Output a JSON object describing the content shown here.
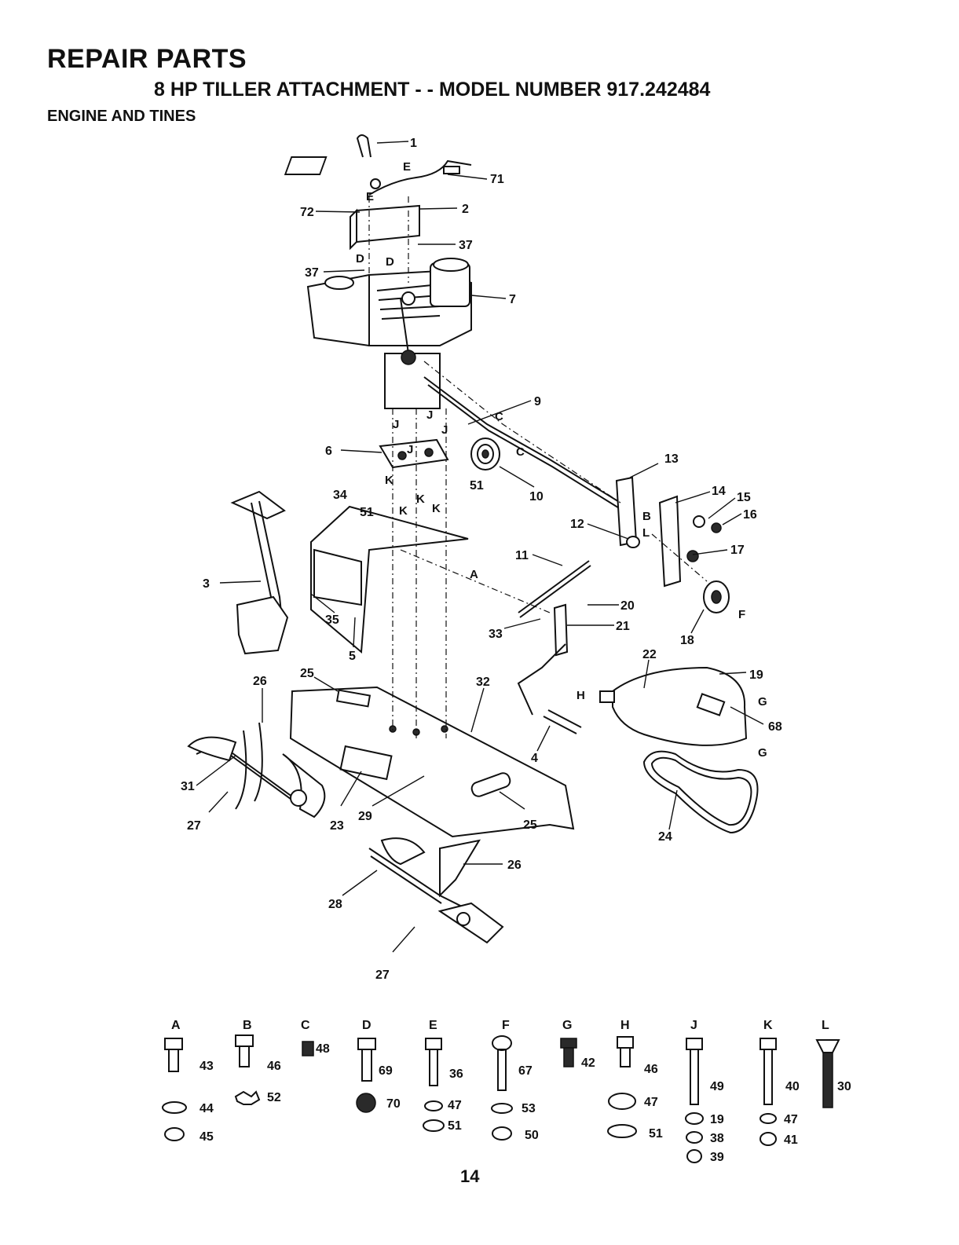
{
  "header": {
    "title": "REPAIR PARTS",
    "subtitle": "8 HP  TILLER ATTACHMENT - - MODEL NUMBER 917.242484",
    "section": "ENGINE AND TINES"
  },
  "page_number": "14",
  "callouts": [
    "1",
    "71",
    "72",
    "2",
    "37",
    "37",
    "7",
    "9",
    "6",
    "10",
    "13",
    "14",
    "15",
    "16",
    "34",
    "51",
    "51",
    "12",
    "17",
    "11",
    "3",
    "20",
    "21",
    "33",
    "35",
    "5",
    "18",
    "22",
    "19",
    "68",
    "26",
    "25",
    "32",
    "31",
    "27",
    "23",
    "29",
    "4",
    "25",
    "24",
    "26",
    "28",
    "27"
  ],
  "reference_letters": [
    "E",
    "E",
    "D",
    "D",
    "C",
    "C",
    "J",
    "J",
    "J",
    "J",
    "K",
    "K",
    "K",
    "K",
    "A",
    "B",
    "L",
    "F",
    "H",
    "G",
    "G"
  ],
  "hardware_groups": [
    {
      "letter": "A",
      "items": [
        "43",
        "44",
        "45"
      ]
    },
    {
      "letter": "B",
      "items": [
        "46",
        "52"
      ]
    },
    {
      "letter": "C",
      "items": [
        "48"
      ]
    },
    {
      "letter": "D",
      "items": [
        "69",
        "70"
      ]
    },
    {
      "letter": "E",
      "items": [
        "36",
        "47",
        "51"
      ]
    },
    {
      "letter": "F",
      "items": [
        "67",
        "53",
        "50"
      ]
    },
    {
      "letter": "G",
      "items": [
        "42"
      ]
    },
    {
      "letter": "H",
      "items": [
        "46",
        "47",
        "51"
      ]
    },
    {
      "letter": "J",
      "items": [
        "49",
        "19",
        "38",
        "39"
      ]
    },
    {
      "letter": "K",
      "items": [
        "40",
        "47",
        "41"
      ]
    },
    {
      "letter": "L",
      "items": [
        "30"
      ]
    }
  ]
}
